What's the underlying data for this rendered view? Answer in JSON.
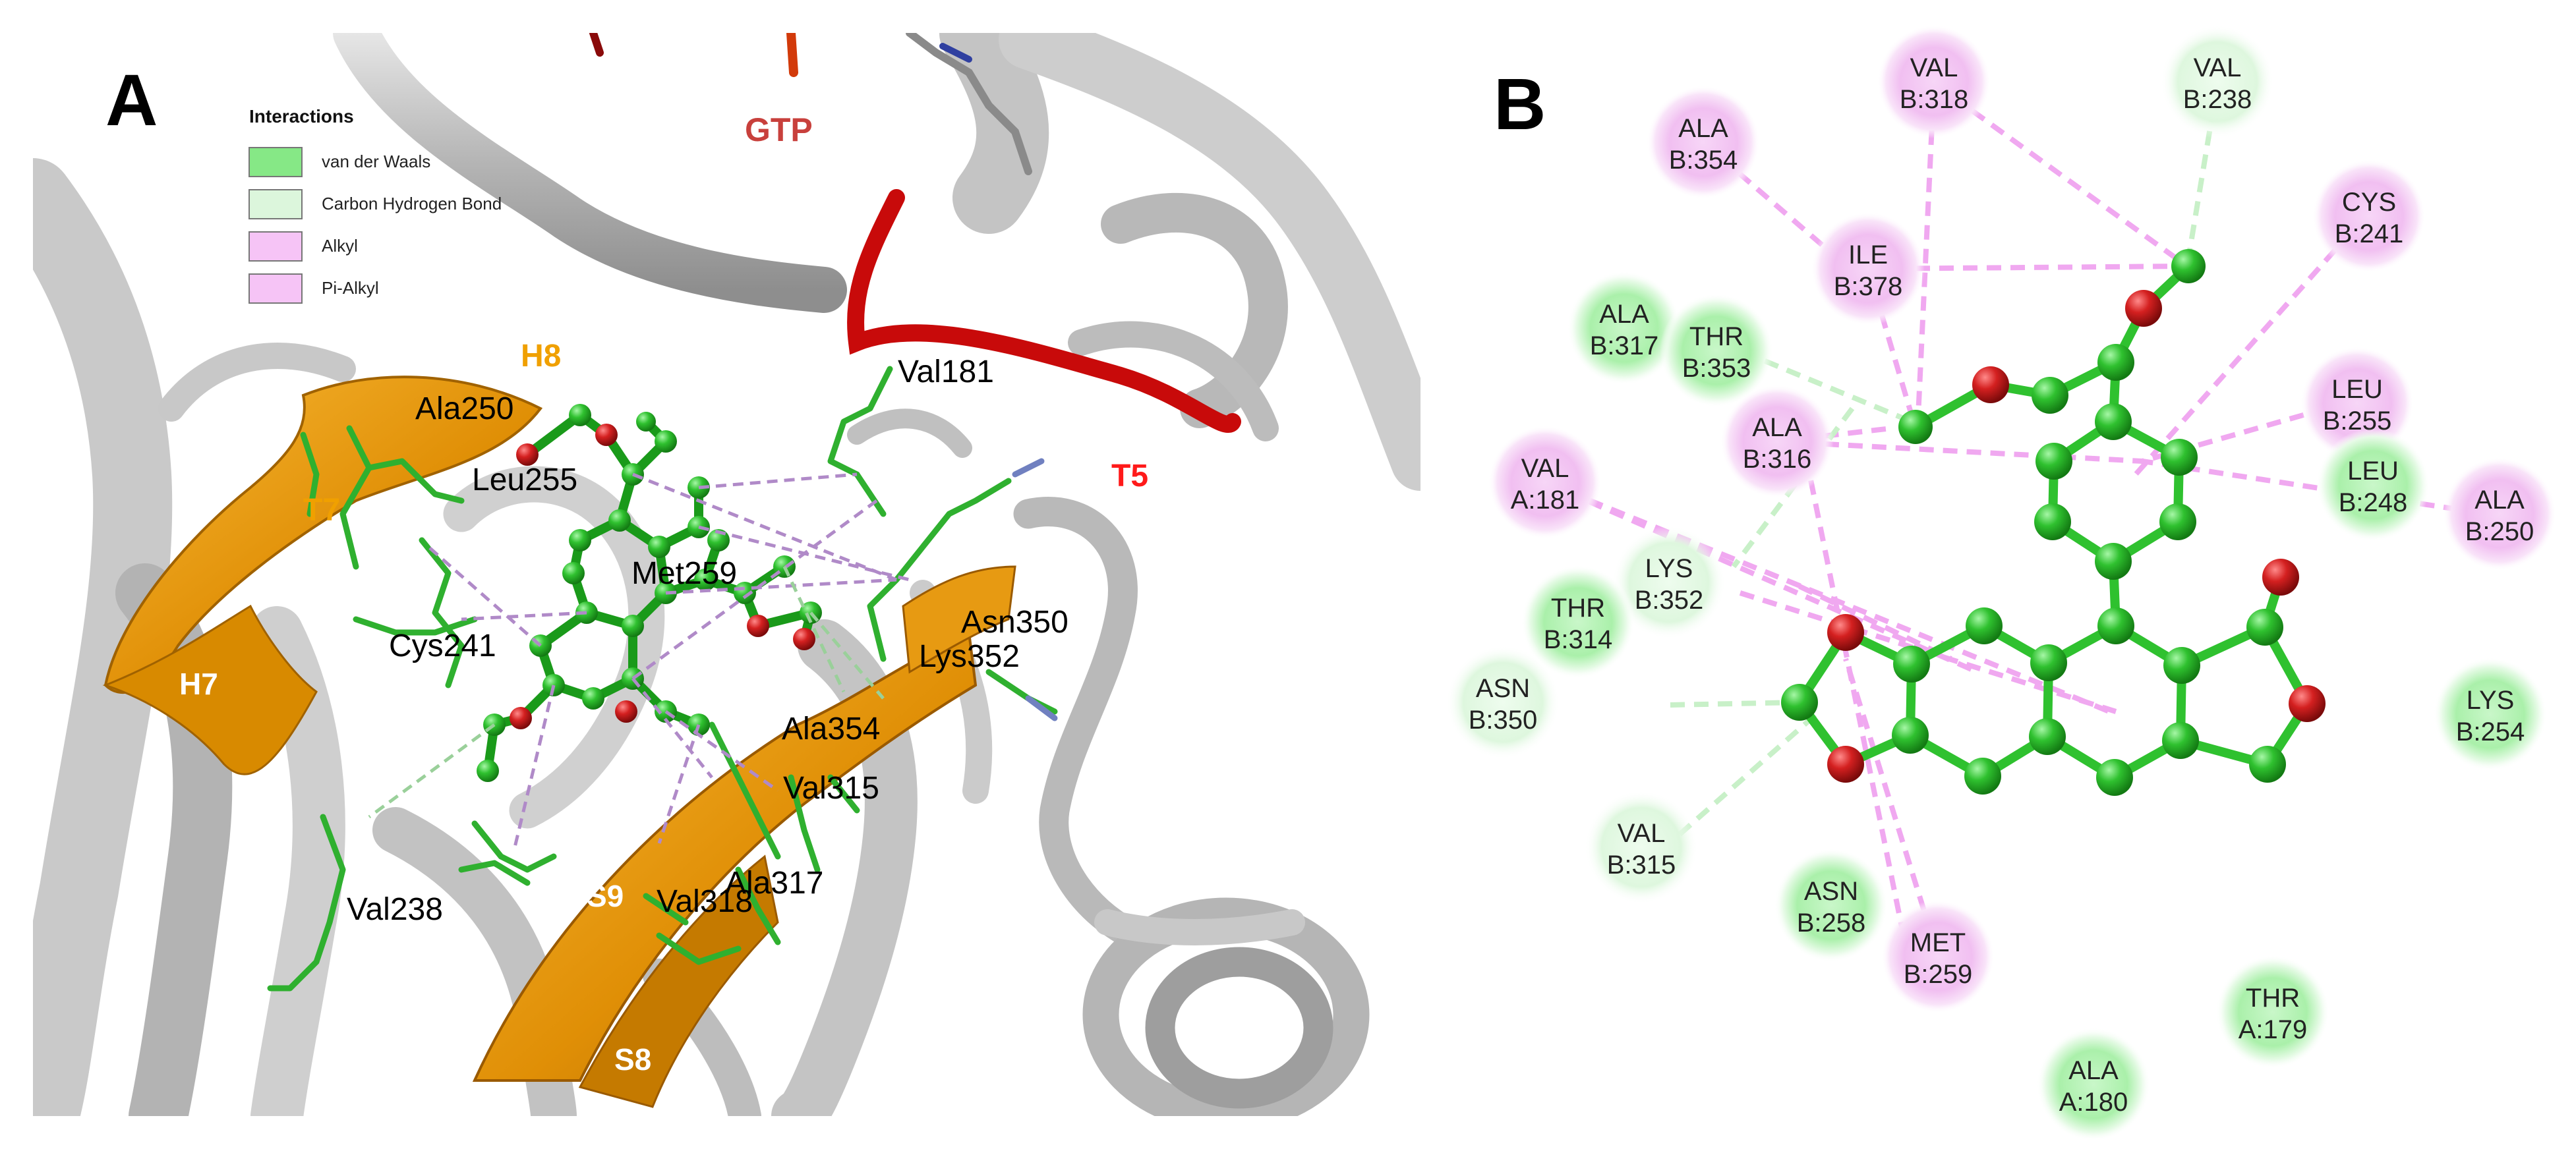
{
  "panels": {
    "a_label": "A",
    "b_label": "B"
  },
  "legend": {
    "title": "Interactions",
    "items": [
      {
        "label": "van der Waals",
        "color": "#86e886"
      },
      {
        "label": "Carbon Hydrogen Bond",
        "color": "#dcf6dc"
      },
      {
        "label": "Alkyl",
        "color": "#f6c4f6"
      },
      {
        "label": "Pi-Alkyl",
        "color": "#f6c4f6"
      }
    ]
  },
  "structure_labels": [
    {
      "key": "gtp",
      "text": "GTP",
      "color": "#c8403c"
    },
    {
      "key": "h8",
      "text": "H8",
      "color": "#f0a000"
    },
    {
      "key": "t7",
      "text": "T7",
      "color": "#f0a000"
    },
    {
      "key": "t5",
      "text": "T5",
      "color": "#ff1a1a"
    },
    {
      "key": "h7",
      "text": "H7",
      "color": "#ffffff"
    },
    {
      "key": "s9",
      "text": "S9",
      "color": "#ffffff"
    },
    {
      "key": "s8",
      "text": "S8",
      "color": "#ffffff"
    }
  ],
  "residue_labels": [
    {
      "key": "val181",
      "text": "Val181"
    },
    {
      "key": "ala250",
      "text": "Ala250"
    },
    {
      "key": "leu255",
      "text": "Leu255"
    },
    {
      "key": "met259",
      "text": "Met259"
    },
    {
      "key": "cys241",
      "text": "Cys241"
    },
    {
      "key": "asn350",
      "text": "Asn350"
    },
    {
      "key": "lys352",
      "text": "Lys352"
    },
    {
      "key": "ala354",
      "text": "Ala354"
    },
    {
      "key": "val315",
      "text": "Val315"
    },
    {
      "key": "val238",
      "text": "Val238"
    },
    {
      "key": "val318",
      "text": "Val318"
    },
    {
      "key": "ala317",
      "text": "Ala317"
    }
  ],
  "interaction_map": {
    "residues": [
      {
        "key": "val318",
        "l1": "VAL",
        "l2": "B:318",
        "type": "alkyl"
      },
      {
        "key": "val238",
        "l1": "VAL",
        "l2": "B:238",
        "type": "carbon-hydrogen"
      },
      {
        "key": "ala354",
        "l1": "ALA",
        "l2": "B:354",
        "type": "alkyl"
      },
      {
        "key": "cys241",
        "l1": "CYS",
        "l2": "B:241",
        "type": "alkyl"
      },
      {
        "key": "ile378",
        "l1": "ILE",
        "l2": "B:378",
        "type": "alkyl"
      },
      {
        "key": "ala317",
        "l1": "ALA",
        "l2": "B:317",
        "type": "vdw"
      },
      {
        "key": "thr353",
        "l1": "THR",
        "l2": "B:353",
        "type": "vdw"
      },
      {
        "key": "leu255",
        "l1": "LEU",
        "l2": "B:255",
        "type": "alkyl"
      },
      {
        "key": "val181",
        "l1": "VAL",
        "l2": "A:181",
        "type": "alkyl"
      },
      {
        "key": "ala316",
        "l1": "ALA",
        "l2": "B:316",
        "type": "alkyl"
      },
      {
        "key": "leu248",
        "l1": "LEU",
        "l2": "B:248",
        "type": "vdw"
      },
      {
        "key": "ala250",
        "l1": "ALA",
        "l2": "B:250",
        "type": "alkyl"
      },
      {
        "key": "lys352",
        "l1": "LYS",
        "l2": "B:352",
        "type": "carbon-hydrogen"
      },
      {
        "key": "thr314",
        "l1": "THR",
        "l2": "B:314",
        "type": "vdw"
      },
      {
        "key": "asn350",
        "l1": "ASN",
        "l2": "B:350",
        "type": "carbon-hydrogen"
      },
      {
        "key": "lys254",
        "l1": "LYS",
        "l2": "B:254",
        "type": "vdw"
      },
      {
        "key": "val315",
        "l1": "VAL",
        "l2": "B:315",
        "type": "carbon-hydrogen"
      },
      {
        "key": "asn258",
        "l1": "ASN",
        "l2": "B:258",
        "type": "vdw"
      },
      {
        "key": "met259",
        "l1": "MET",
        "l2": "B:259",
        "type": "alkyl"
      },
      {
        "key": "thr179",
        "l1": "THR",
        "l2": "A:179",
        "type": "vdw"
      },
      {
        "key": "ala180",
        "l1": "ALA",
        "l2": "A:180",
        "type": "vdw"
      }
    ]
  },
  "colors": {
    "vdw": "#7ee67e",
    "carbon_hydrogen": "#d9f6d9",
    "alkyl": "#f4bff4",
    "ligand_carbon": "#2fc12f",
    "ligand_oxygen": "#d42020",
    "protein_ribbon": "#bdbdbd",
    "helix_orange": "#e89a10",
    "loop_red": "#c80a0a"
  }
}
